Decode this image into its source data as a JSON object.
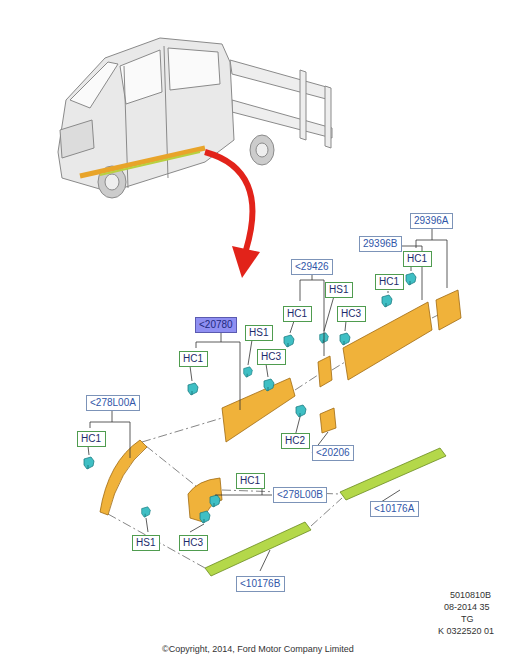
{
  "diagram": {
    "nodes": [
      {
        "text": [
          "29396A"
        ]
      },
      {
        "text": [
          "29396B"
        ]
      },
      {
        "text": [
          "HC1"
        ]
      },
      {
        "text": [
          "<29426"
        ]
      },
      {
        "text": [
          "HC1"
        ]
      },
      {
        "text": [
          "HS1"
        ]
      },
      {
        "text": [
          "HC1"
        ]
      },
      {
        "text": [
          "HC3"
        ]
      },
      {
        "text": [
          "<20780"
        ]
      },
      {
        "text": [
          "HS1"
        ]
      },
      {
        "text": [
          "HC1"
        ]
      },
      {
        "text": [
          "HC3"
        ]
      },
      {
        "text": [
          "<278L00A"
        ]
      },
      {
        "text": [
          "HC1"
        ]
      },
      {
        "text": [
          "HC2"
        ]
      },
      {
        "text": [
          "<20206"
        ]
      },
      {
        "text": [
          "HC1"
        ]
      },
      {
        "text": [
          "<278L00B"
        ]
      },
      {
        "text": [
          "<10176A"
        ]
      },
      {
        "text": [
          "HS1"
        ]
      },
      {
        "text": [
          "HC3"
        ]
      },
      {
        "text": [
          "<10176B"
        ]
      }
    ],
    "labels": [
      "5010810B",
      "08-2014 35",
      "TG",
      "K 0322520 01",
      "©Copyright, 2014, Ford Motor Company Limited"
    ]
  }
}
